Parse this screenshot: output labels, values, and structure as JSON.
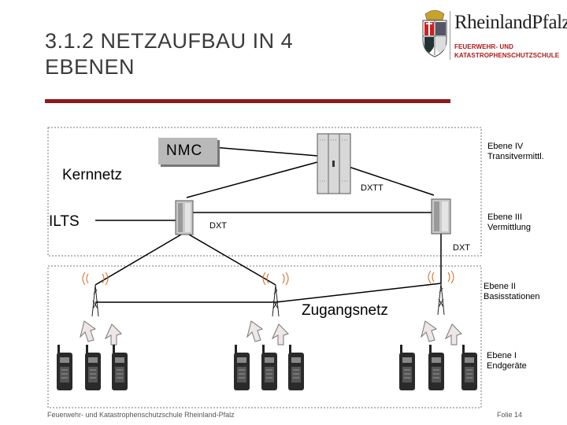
{
  "slide": {
    "title": "3.1.2 NETZAUFBAU IN 4\nEBENEN",
    "logo_name": "RheinlandPfalz",
    "logo_subtitle": "FEUERWEHR- UND\nKATASTROPHENSCHUTZSCHULE",
    "footer_left": "Feuerwehr- und Katastrophenschutzschule Rheinland-Pfalz",
    "footer_right": "Folie 14"
  },
  "diagram": {
    "nmc": "NMC",
    "kernnetz": "Kernnetz",
    "ilts": "ILTS",
    "zugangsnetz": "Zugangsnetz",
    "dxtt": "DXTT",
    "dxt_left": "DXT",
    "dxt_right": "DXT",
    "levels": [
      {
        "label": "Ebene IV\nTransitvermittl."
      },
      {
        "label": "Ebene III\nVermittlung"
      },
      {
        "label": "Ebene II\nBasisstationen"
      },
      {
        "label": "Ebene I\nEndgeräte"
      }
    ]
  },
  "colors": {
    "title": "#3a3a3a",
    "accent_rule": "#8b1a1a",
    "logo_red": "#b01818",
    "nmc_box": "#b9b9b9",
    "radio_wave": "#d2691e"
  }
}
